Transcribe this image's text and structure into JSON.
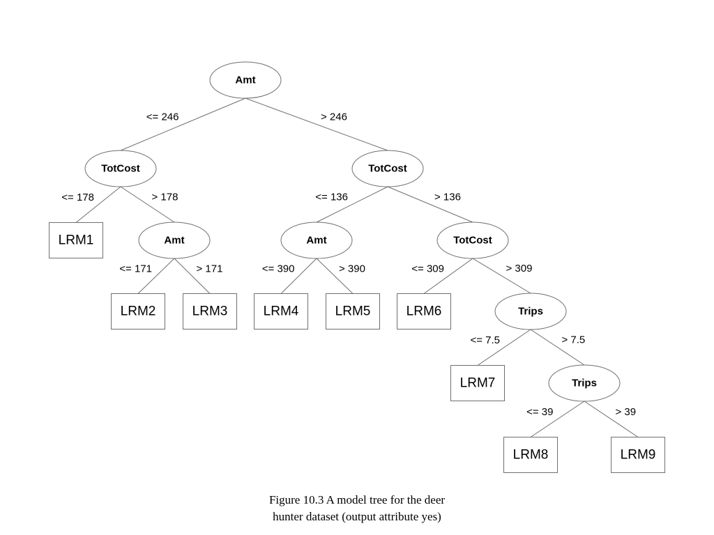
{
  "tree": {
    "nodes": [
      {
        "id": "n1",
        "type": "split",
        "label": "Amt"
      },
      {
        "id": "n2",
        "type": "split",
        "label": "TotCost"
      },
      {
        "id": "n3",
        "type": "split",
        "label": "TotCost"
      },
      {
        "id": "n4",
        "type": "leaf",
        "label": "LRM1"
      },
      {
        "id": "n5",
        "type": "split",
        "label": "Amt"
      },
      {
        "id": "n6",
        "type": "split",
        "label": "Amt"
      },
      {
        "id": "n7",
        "type": "split",
        "label": "TotCost"
      },
      {
        "id": "n8",
        "type": "leaf",
        "label": "LRM2"
      },
      {
        "id": "n9",
        "type": "leaf",
        "label": "LRM3"
      },
      {
        "id": "n10",
        "type": "leaf",
        "label": "LRM4"
      },
      {
        "id": "n11",
        "type": "leaf",
        "label": "LRM5"
      },
      {
        "id": "n12",
        "type": "leaf",
        "label": "LRM6"
      },
      {
        "id": "n13",
        "type": "split",
        "label": "Trips"
      },
      {
        "id": "n14",
        "type": "leaf",
        "label": "LRM7"
      },
      {
        "id": "n15",
        "type": "split",
        "label": "Trips"
      },
      {
        "id": "n16",
        "type": "leaf",
        "label": "LRM8"
      },
      {
        "id": "n17",
        "type": "leaf",
        "label": "LRM9"
      }
    ],
    "edges": [
      {
        "id": "e1",
        "from": "n1",
        "to": "n2",
        "label": "<= 246"
      },
      {
        "id": "e2",
        "from": "n1",
        "to": "n3",
        "label": "> 246"
      },
      {
        "id": "e3",
        "from": "n2",
        "to": "n4",
        "label": "<= 178"
      },
      {
        "id": "e4",
        "from": "n2",
        "to": "n5",
        "label": "> 178"
      },
      {
        "id": "e5",
        "from": "n3",
        "to": "n6",
        "label": "<= 136"
      },
      {
        "id": "e6",
        "from": "n3",
        "to": "n7",
        "label": "> 136"
      },
      {
        "id": "e7",
        "from": "n5",
        "to": "n8",
        "label": "<= 171"
      },
      {
        "id": "e8",
        "from": "n5",
        "to": "n9",
        "label": "> 171"
      },
      {
        "id": "e9",
        "from": "n6",
        "to": "n10",
        "label": "<= 390"
      },
      {
        "id": "e10",
        "from": "n6",
        "to": "n11",
        "label": "> 390"
      },
      {
        "id": "e11",
        "from": "n7",
        "to": "n12",
        "label": "<= 309"
      },
      {
        "id": "e12",
        "from": "n7",
        "to": "n13",
        "label": "> 309"
      },
      {
        "id": "e13",
        "from": "n13",
        "to": "n14",
        "label": "<= 7.5"
      },
      {
        "id": "e14",
        "from": "n13",
        "to": "n15",
        "label": "> 7.5"
      },
      {
        "id": "e15",
        "from": "n15",
        "to": "n16",
        "label": "<= 39"
      },
      {
        "id": "e16",
        "from": "n15",
        "to": "n17",
        "label": "> 39"
      }
    ]
  },
  "caption": {
    "line1": "Figure 10.3 A model tree for the deer",
    "line2": "hunter dataset (output attribute yes)"
  }
}
